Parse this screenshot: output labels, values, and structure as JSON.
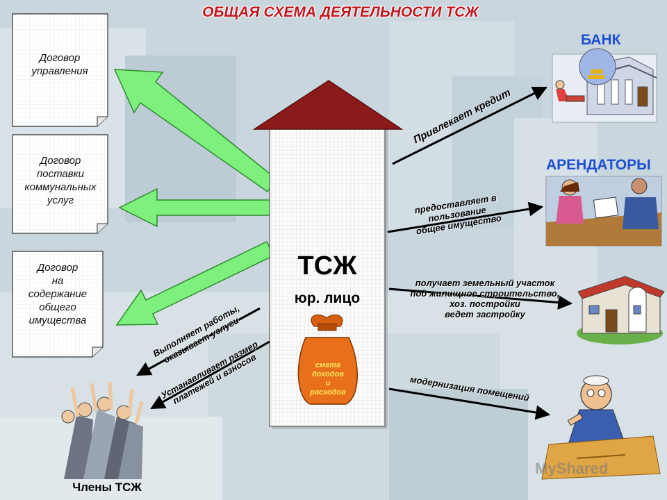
{
  "title": "ОБЩАЯ СХЕМА ДЕЯТЕЛЬНОСТИ ТСЖ",
  "documents": [
    {
      "lines": [
        "Договор",
        "управления"
      ]
    },
    {
      "lines": [
        "Договор",
        "поставки",
        "коммунальных",
        "услуг"
      ]
    },
    {
      "lines": [
        "Договор",
        "на",
        "содержание",
        "общего",
        "имущества"
      ]
    }
  ],
  "center": {
    "name": "ТСЖ",
    "subtitle": "юр. лицо",
    "bag_lines": [
      "смета",
      "доходов",
      "и",
      "расходов"
    ]
  },
  "members": {
    "label": "Члены ТСЖ",
    "arrow_perform": [
      "Выполняет работы,",
      "оказывает услуги"
    ],
    "arrow_fees": [
      "Устанавливает размер",
      "платежей и взносов"
    ]
  },
  "right": {
    "bank_label": "БАНК",
    "tenants_label": "АРЕНДАТОРЫ",
    "credit": "Привлекает кредит",
    "lease": [
      "предоставляет в",
      "пользование",
      "общее имущество"
    ],
    "land": [
      "получает земельный участок",
      "под жилищное строительство,",
      "хоз. постройки",
      "ведет застройку"
    ],
    "modern": "модернизация помещений"
  },
  "watermark": "MyShared",
  "colors": {
    "title": "#c0161e",
    "accent_blue": "#1d4fd1",
    "roof": "#8b1a1a",
    "green_arrow": "#7ef07e",
    "bag": "#e8701a"
  },
  "icons": {
    "bank": "bank-building-icon",
    "tenants": "tenants-meeting-icon",
    "house": "house-construction-icon",
    "worker": "carpenter-worker-icon",
    "members": "crowd-voting-icon"
  }
}
